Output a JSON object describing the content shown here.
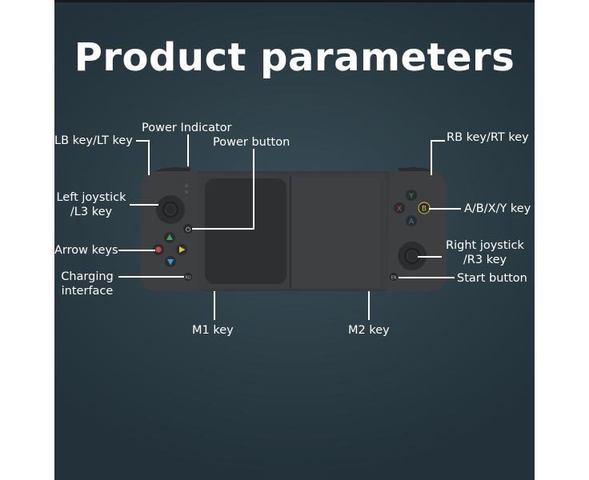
{
  "title": "Product parameters",
  "labels": {
    "lb_lt": "LB key/LT key",
    "power_indicator": "Power Indicator",
    "power_button": "Power button",
    "left_joystick_1": "Left joystick",
    "left_joystick_2": "/L3 key",
    "arrow_keys": "Arrow keys",
    "charging_1": "Charging",
    "charging_2": "interface",
    "m1": "M1 key",
    "m2": "M2 key",
    "rb_rt": "RB key/RT key",
    "abxy": "A/B/X/Y key",
    "right_joystick_1": "Right joystick",
    "right_joystick_2": "/R3 key",
    "start": "Start button"
  },
  "buttons": {
    "y": "Y",
    "x": "X",
    "b": "B",
    "a": "A",
    "power_symbol": "⏻",
    "small_left": "RD",
    "small_right": "EN"
  },
  "colors": {
    "background": "#2c3d46",
    "controller": "#3a3c3e",
    "y": "#3aa35a",
    "x": "#c94747",
    "b": "#d4c63a",
    "a": "#3a7fc9",
    "arrow_up": "#3aa35a",
    "arrow_left": "#c94747",
    "arrow_right": "#d4c63a",
    "arrow_down": "#3a9bc9"
  }
}
